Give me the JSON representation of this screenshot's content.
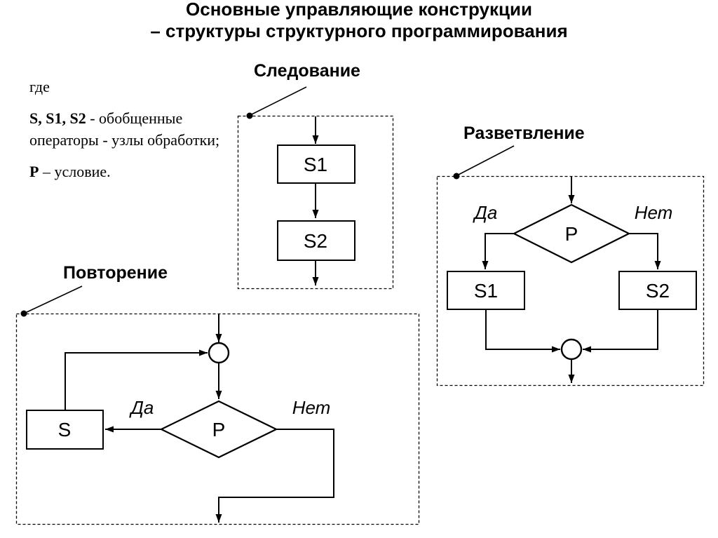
{
  "title": {
    "line1": "Основные управляющие конструкции",
    "line2": "– структуры структурного программирования"
  },
  "legend": {
    "intro": "где",
    "operators_bold": "S, S1, S2",
    "operators_rest": " - обобщенные операторы - узлы обработки;",
    "condition_bold": "P",
    "condition_rest": " – условие."
  },
  "sections": {
    "sequence": {
      "label": "Следование",
      "node1": "S1",
      "node2": "S2"
    },
    "branching": {
      "label": "Разветвление",
      "condition": "P",
      "yes_label": "Да",
      "no_label": "Нет",
      "node1": "S1",
      "node2": "S2"
    },
    "loop": {
      "label": "Повторение",
      "condition": "P",
      "yes_label": "Да",
      "no_label": "Нет",
      "node": "S"
    }
  },
  "colors": {
    "ink": "#000000",
    "background": "#ffffff"
  }
}
